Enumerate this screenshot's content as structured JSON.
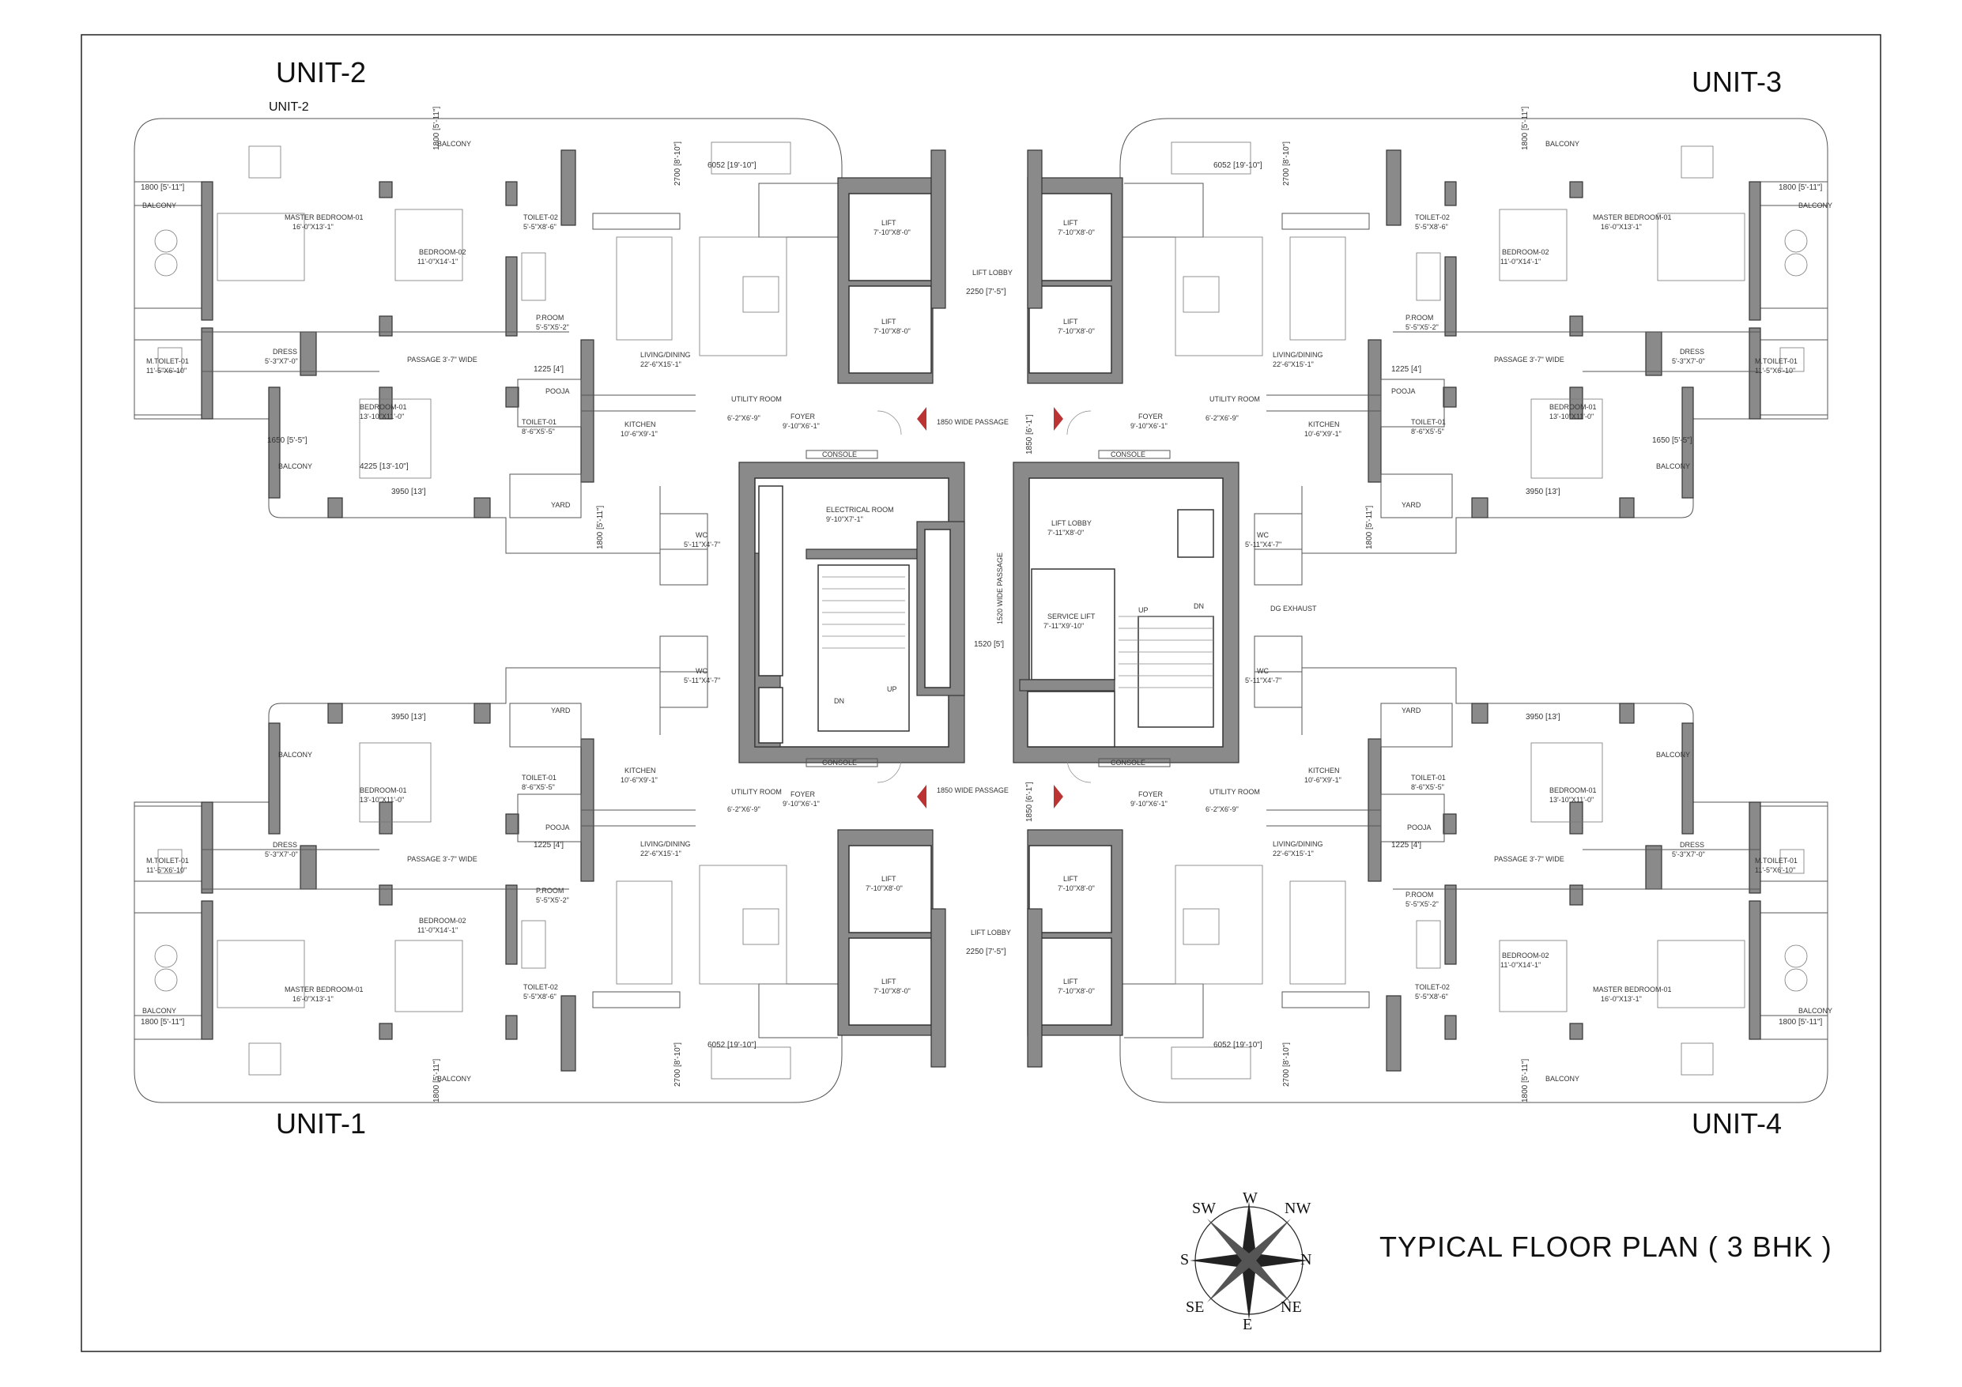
{
  "units": {
    "unit1": "UNIT-1",
    "unit2": "UNIT-2",
    "unit2_small": "UNIT-2",
    "unit3": "UNIT-3",
    "unit4": "UNIT-4"
  },
  "title": "TYPICAL FLOOR PLAN ( 3 BHK )",
  "compass": {
    "w": "W",
    "nw": "NW",
    "n": "N",
    "ne": "NE",
    "e": "E",
    "se": "SE",
    "s": "S",
    "sw": "SW"
  },
  "rooms": {
    "balcony": "BALCONY",
    "master_bedroom": "MASTER BEDROOM-01",
    "master_bedroom_dim": "16'-0\"X13'-1\"",
    "bedroom02": "BEDROOM-02",
    "bedroom02_dim": "11'-0\"X14'-1\"",
    "bedroom01": "BEDROOM-01",
    "bedroom01_dim": "13'-10\"X11'-0\"",
    "toilet02": "TOILET-02",
    "toilet02_dim": "5'-5\"X8'-6\"",
    "toilet01": "TOILET-01",
    "toilet01_dim": "8'-6\"X5'-5\"",
    "mtoilet": "M.TOILET-01",
    "mtoilet_dim": "11'-5\"X6'-10\"",
    "dress": "DRESS",
    "dress_dim": "5'-3\"X7'-0\"",
    "proom": "P.ROOM",
    "proom_dim": "5'-5\"X5'-2\"",
    "passage": "PASSAGE 3'-7\" WIDE",
    "living": "LIVING/DINING",
    "living_dim": "22'-6\"X15'-1\"",
    "kitchen": "KITCHEN",
    "kitchen_dim": "10'-6\"X9'-1\"",
    "utility": "UTILITY ROOM",
    "utility_dim": "6'-2\"X6'-9\"",
    "pooja": "POOJA",
    "yard": "YARD",
    "foyer": "FOYER",
    "foyer_dim": "9'-10\"X6'-1\"",
    "wc": "WC",
    "wc_dim": "5'-11\"X4'-7\"",
    "console": "CONSOLE",
    "lift": "LIFT",
    "lift_dim": "7'-10\"X8'-0\"",
    "lift_lobby": "LIFT LOBBY",
    "lift_lobby2": "LIFT LOBBY",
    "lift_lobby2_dim": "7'-11\"X8'-0\"",
    "passage1850": "1850 WIDE PASSAGE",
    "passage_vertical": "1520 WIDE PASSAGE",
    "electrical": "ELECTRICAL ROOM",
    "electrical_dim": "9'-10\"X7'-1\"",
    "service_lift": "SERVICE LIFT",
    "service_lift_dim": "7'-11\"X9'-10\"",
    "up": "UP",
    "dn": "DN",
    "dg_exhaust": "DG EXHAUST"
  },
  "dims": {
    "d1800": "1800 [5'-11\"]",
    "d2700": "2700 [8'-10\"]",
    "d6052": "6052 [19'-10\"]",
    "d2250": "2250 [7'-5\"]",
    "d1650": "1650 [5'-5\"]",
    "d1225": "1225 [4']",
    "d4225": "4225 [13'-10\"]",
    "d3950": "3950 [13']",
    "d1850": "1850 [6'-1\"]",
    "d1520": "1520 [5']"
  }
}
